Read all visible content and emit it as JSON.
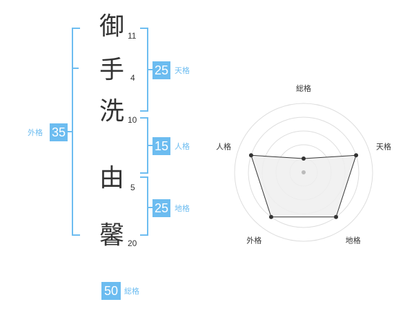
{
  "name": {
    "chars": [
      {
        "char": "御",
        "strokes": "11"
      },
      {
        "char": "手",
        "strokes": "4"
      },
      {
        "char": "洗",
        "strokes": "10"
      },
      {
        "char": "由",
        "strokes": "5"
      },
      {
        "char": "馨",
        "strokes": "20"
      }
    ]
  },
  "kaku": {
    "tenkaku": {
      "value": "25",
      "label": "天格"
    },
    "jinkaku": {
      "value": "15",
      "label": "人格"
    },
    "chikaku": {
      "value": "25",
      "label": "地格"
    },
    "gaikaku": {
      "value": "35",
      "label": "外格"
    },
    "soukaku": {
      "value": "50",
      "label": "総格"
    }
  },
  "colors": {
    "accent": "#6cbcf0",
    "text": "#333333",
    "ring": "#dddddd",
    "fill": "#eeeeee"
  },
  "chart_data": {
    "type": "radar",
    "axes": [
      "総格",
      "天格",
      "地格",
      "外格",
      "人格"
    ],
    "values": [
      1,
      4,
      4,
      4,
      4
    ],
    "range": [
      0,
      5
    ],
    "rings": 5
  }
}
